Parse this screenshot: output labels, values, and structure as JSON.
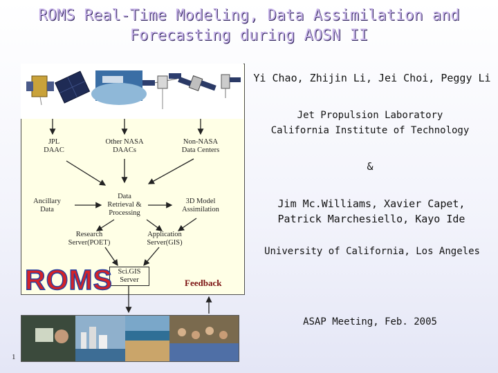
{
  "title": {
    "line1": "ROMS Real-Time Modeling, Data Assimilation and",
    "line2": "Forecasting during AOSN II"
  },
  "authors_1": "Yi Chao, Zhijin Li, Jei Choi, Peggy Li",
  "affiliation_1": {
    "line1": "Jet Propulsion Laboratory",
    "line2": "California Institute of Technology"
  },
  "ampersand": "&",
  "authors_2": {
    "line1": "Jim Mc.Williams, Xavier Capet,",
    "line2": "Patrick Marchesiello, Kayo Ide"
  },
  "affiliation_2": "University of California, Los Angeles",
  "event": "ASAP Meeting, Feb. 2005",
  "page_number": "1",
  "diagram": {
    "nodes": {
      "jpl_daac": {
        "l1": "JPL",
        "l2": "DAAC"
      },
      "other_nasa": {
        "l1": "Other NASA",
        "l2": "DAACs"
      },
      "non_nasa": {
        "l1": "Non-NASA",
        "l2": "Data Centers"
      },
      "ancillary": {
        "l1": "Ancillary",
        "l2": "Data"
      },
      "retrieval": {
        "l1": "Data",
        "l2": "Retrieval &",
        "l3": "Processing"
      },
      "model_assim": {
        "l1": "3D Model",
        "l2": "Assimilation"
      },
      "research": {
        "l1": "Research",
        "l2": "Server(POET)"
      },
      "app_server": {
        "l1": "Application",
        "l2": "Server(GIS)"
      },
      "scigis": {
        "l1": "Sci.GIS",
        "l2": "Server"
      }
    },
    "logo_text": "ROMS",
    "feedback": "Feedback"
  },
  "colors": {
    "title": "#c8b4ea",
    "diagram_bg": "#ffffe6",
    "logo_fill": "#d2232a",
    "logo_outline": "#2340a0",
    "feedback": "#7a1010"
  }
}
